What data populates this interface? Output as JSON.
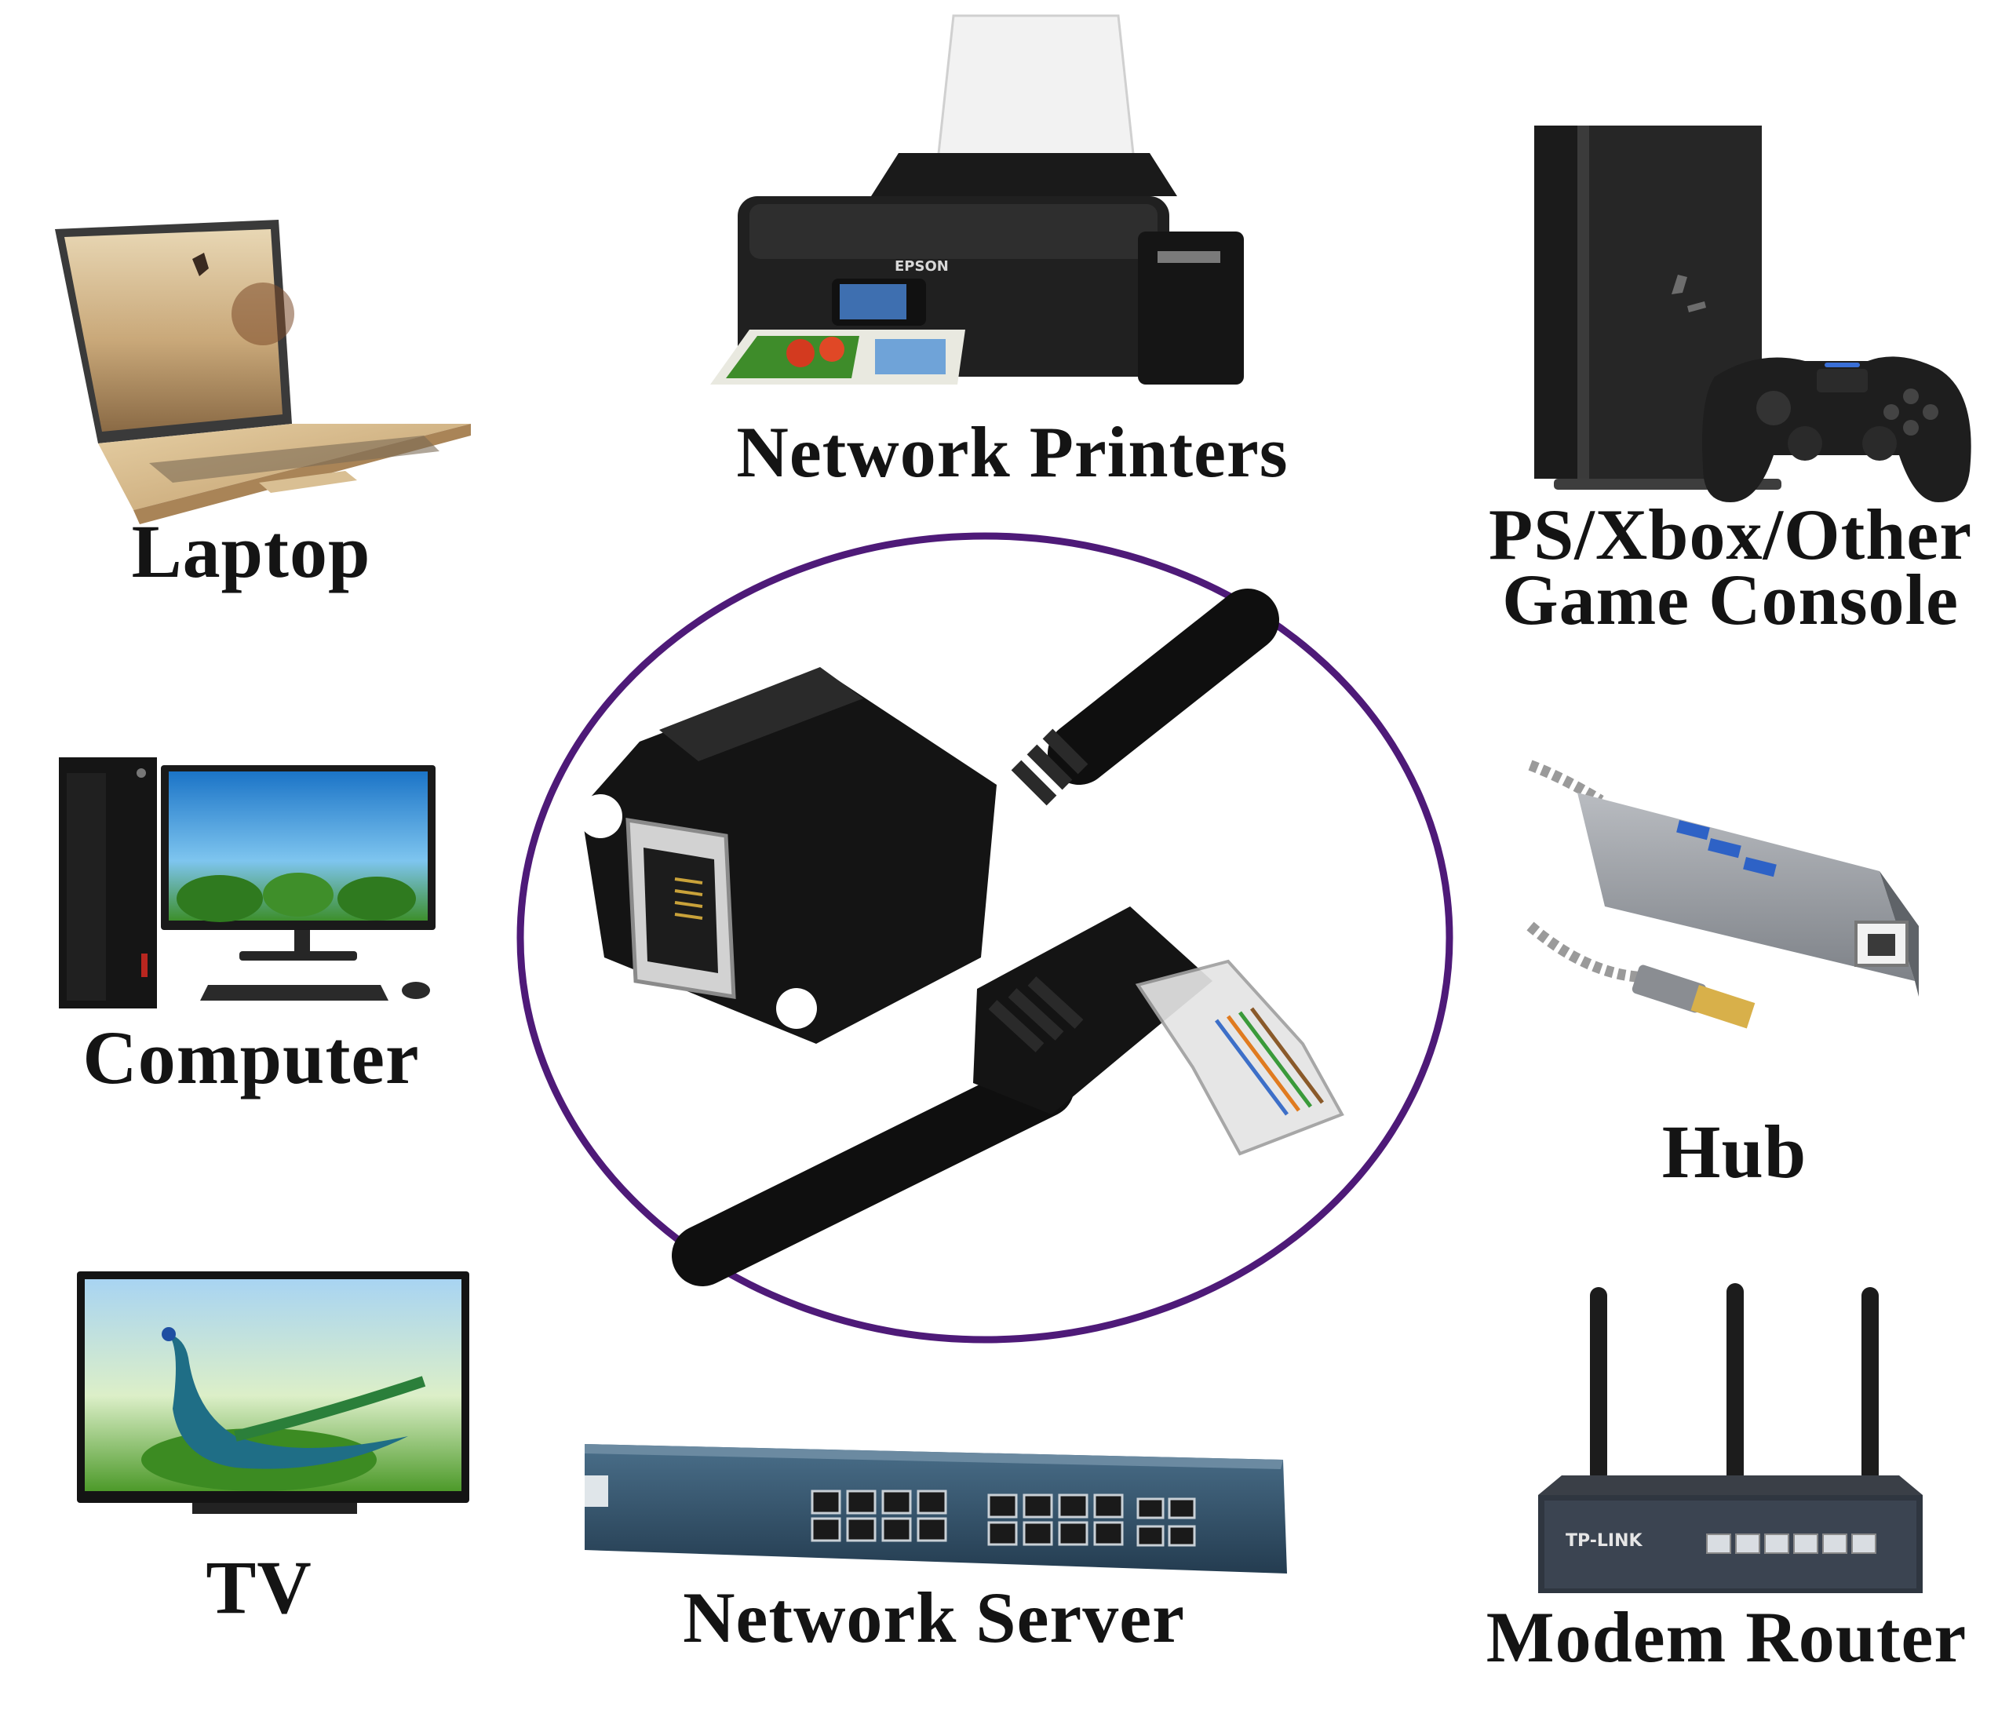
{
  "devices": {
    "laptop": {
      "label": "Laptop"
    },
    "printer": {
      "label": "Network Printers",
      "brand": "EPSON"
    },
    "console": {
      "line1": "PS/Xbox/Other",
      "line2": "Game Console"
    },
    "computer": {
      "label": "Computer"
    },
    "hub": {
      "label": "Hub"
    },
    "tv": {
      "label": "TV"
    },
    "server": {
      "label": "Network Server"
    },
    "router": {
      "label": "Modem Router",
      "brand": "TP-LINK"
    }
  },
  "colors": {
    "circle_border": "#4e1a78",
    "text": "#141414"
  },
  "icons": {
    "center": "rj45-cable-icon"
  }
}
